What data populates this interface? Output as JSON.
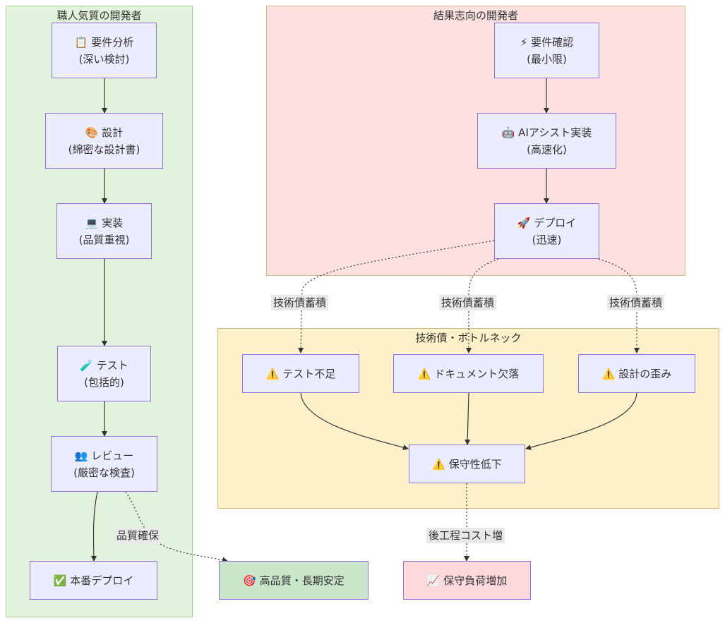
{
  "clusters": {
    "craft": {
      "title": "職人気質の開発者"
    },
    "result": {
      "title": "結果志向の開発者"
    },
    "debt": {
      "title": "技術債・ボトルネック"
    }
  },
  "nodes": {
    "req_analysis": {
      "line1": "📋 要件分析",
      "line2": "(深い検討)"
    },
    "design": {
      "line1": "🎨 設計",
      "line2": "(綿密な設計書)"
    },
    "impl": {
      "line1": "💻 実装",
      "line2": "(品質重視)"
    },
    "test": {
      "line1": "🧪 テスト",
      "line2": "(包括的)"
    },
    "review": {
      "line1": "👥 レビュー",
      "line2": "(厳密な検査)"
    },
    "prod_deploy": {
      "line1": "✅ 本番デプロイ"
    },
    "req_confirm": {
      "line1": "⚡ 要件確認",
      "line2": "(最小限)"
    },
    "ai_impl": {
      "line1": "🤖 AIアシスト実装",
      "line2": "(高速化)"
    },
    "deploy": {
      "line1": "🚀 デプロイ",
      "line2": "(迅速)"
    },
    "test_lack": {
      "line1": "⚠️ テスト不足"
    },
    "doc_lack": {
      "line1": "⚠️ ドキュメント欠落"
    },
    "design_distort": {
      "line1": "⚠️ 設計の歪み"
    },
    "maint_down": {
      "line1": "⚠️ 保守性低下"
    },
    "high_quality": {
      "line1": "🎯 高品質・長期安定"
    },
    "maint_burden": {
      "line1": "📈 保守負荷増加"
    }
  },
  "edge_labels": {
    "debt1": "技術債蓄積",
    "debt2": "技術債蓄積",
    "debt3": "技術債蓄積",
    "quality": "品質確保",
    "later_cost": "後工程コスト増"
  },
  "colors": {
    "node_fill": "#ececff",
    "node_border": "#9370db",
    "craft_bg": "#e1f3dc",
    "result_bg": "#fde0e0",
    "debt_bg": "#fdf1c9",
    "good_fill": "#c8e6c9",
    "bad_fill": "#fcd9dc",
    "edge": "#333333"
  }
}
